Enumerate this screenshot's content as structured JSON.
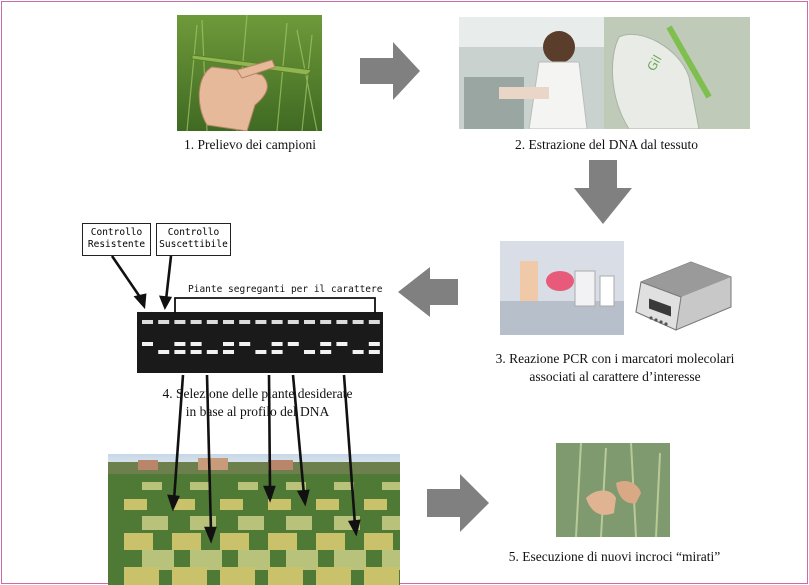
{
  "steps": [
    {
      "label": "1. Prelievo dei campioni"
    },
    {
      "label": "2. Estrazione del DNA dal tessuto"
    },
    {
      "label_line1": "3. Reazione PCR con i marcatori molecolari",
      "label_line2": "associati al carattere d’interesse"
    },
    {
      "label_line1": "4. Selezione delle piante desiderate",
      "label_line2": "in base al profilo del DNA"
    },
    {
      "label": "5. Esecuzione di nuovi incroci “mirati”"
    }
  ],
  "gel": {
    "control_resistant_line1": "Controllo",
    "control_resistant_line2": "Resistente",
    "control_susceptible_line1": "Controllo",
    "control_susceptible_line2": "Suscettibile",
    "bracket_label": "Piante segreganti per il carattere"
  },
  "colors": {
    "arrow": "#808080",
    "frame": "#d06aa6",
    "gel_bg": "#1a1a1a",
    "band": "#f2f2f2"
  }
}
